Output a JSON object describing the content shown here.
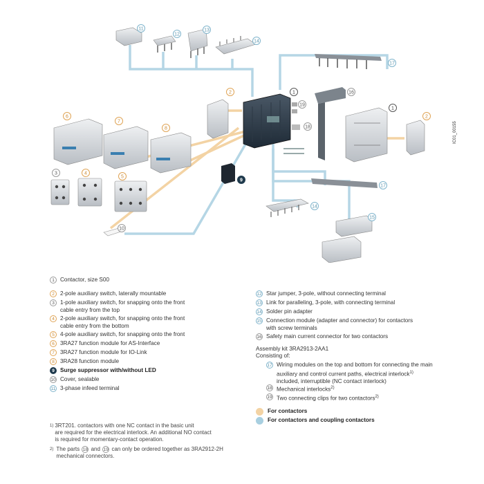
{
  "diagram": {
    "callouts": [
      "1",
      "2",
      "3",
      "4",
      "5",
      "6",
      "7",
      "8",
      "9",
      "10",
      "11",
      "12",
      "13",
      "14",
      "15",
      "16",
      "17",
      "18",
      "19"
    ],
    "image_code": "IC01_00155",
    "colors": {
      "for_contactors": "#f3d3a4",
      "coupling": "#a8cfe0",
      "dark_badge": "#1f3a4d"
    }
  },
  "legend_left": [
    {
      "n": "1",
      "style": "plain",
      "text": "Contactor, size S00"
    },
    {
      "n": "2",
      "style": "tan",
      "text": "2-pole auxiliary switch, laterally mountable"
    },
    {
      "n": "3",
      "style": "plain",
      "text": "1-pole auxiliary switch, for snapping onto the front\ncable entry from the top"
    },
    {
      "n": "4",
      "style": "tan",
      "text": "2-pole auxiliary switch, for snapping onto the front\ncable entry from the bottom"
    },
    {
      "n": "5",
      "style": "tan",
      "text": "4-pole auxiliary switch, for snapping onto the front"
    },
    {
      "n": "6",
      "style": "tan",
      "text": "3RA27 function module for AS-Interface"
    },
    {
      "n": "7",
      "style": "tan",
      "text": "3RA27 function module for IO-Link"
    },
    {
      "n": "8",
      "style": "tan",
      "text": "3RA28 function module"
    },
    {
      "n": "9",
      "style": "dark",
      "text": "Surge suppressor with/without LED"
    },
    {
      "n": "10",
      "style": "plain",
      "text": "Cover, sealable"
    },
    {
      "n": "11",
      "style": "blue",
      "text": "3-phase infeed terminal"
    }
  ],
  "legend_right": [
    {
      "n": "12",
      "style": "blue",
      "text": "Star jumper, 3-pole, without connecting terminal"
    },
    {
      "n": "13",
      "style": "blue",
      "text": "Link for paralleling, 3-pole, with connecting terminal"
    },
    {
      "n": "14",
      "style": "blue",
      "text": "Solder pin adapter"
    },
    {
      "n": "15",
      "style": "blue",
      "text": "Connection module (adapter and connector) for contactors\nwith screw terminals"
    },
    {
      "n": "16",
      "style": "plain",
      "text": "Safety main current connector for two contactors"
    }
  ],
  "assembly": {
    "title": "Assembly kit 3RA2913-2AA1",
    "consisting": "Consisting of:",
    "items": [
      {
        "n": "17",
        "style": "blue",
        "text": "Wiring modules on the top and bottom for connecting the main\nauxiliary and control current paths, electrical interlock",
        "sup": "1)",
        "tail": "\nincluded, interruptible (NC contact interlock)"
      },
      {
        "n": "18",
        "style": "plain",
        "text": "Mechanical interlocks",
        "sup": "2)",
        "tail": ""
      },
      {
        "n": "19",
        "style": "plain",
        "text": "Two connecting clips for two contactors",
        "sup": "2)",
        "tail": ""
      }
    ]
  },
  "color_legend": [
    {
      "color": "#f3d3a4",
      "label": "For contactors"
    },
    {
      "color": "#a8cfe0",
      "label": "For contactors and coupling contactors"
    }
  ],
  "footnotes": {
    "f1_mark": "1)",
    "f1_text": "3RT201. contactors with one NC contact in the basic unit\nare required for the electrical interlock. An additional NO contact\nis required for momentary-contact operation.",
    "f2_mark": "2)",
    "f2_pre": "The parts",
    "f2_n1": "18",
    "f2_and": "and",
    "f2_n2": "19",
    "f2_post": "can only be ordered together as 3RA2912-2H\nmechanical connectors."
  }
}
